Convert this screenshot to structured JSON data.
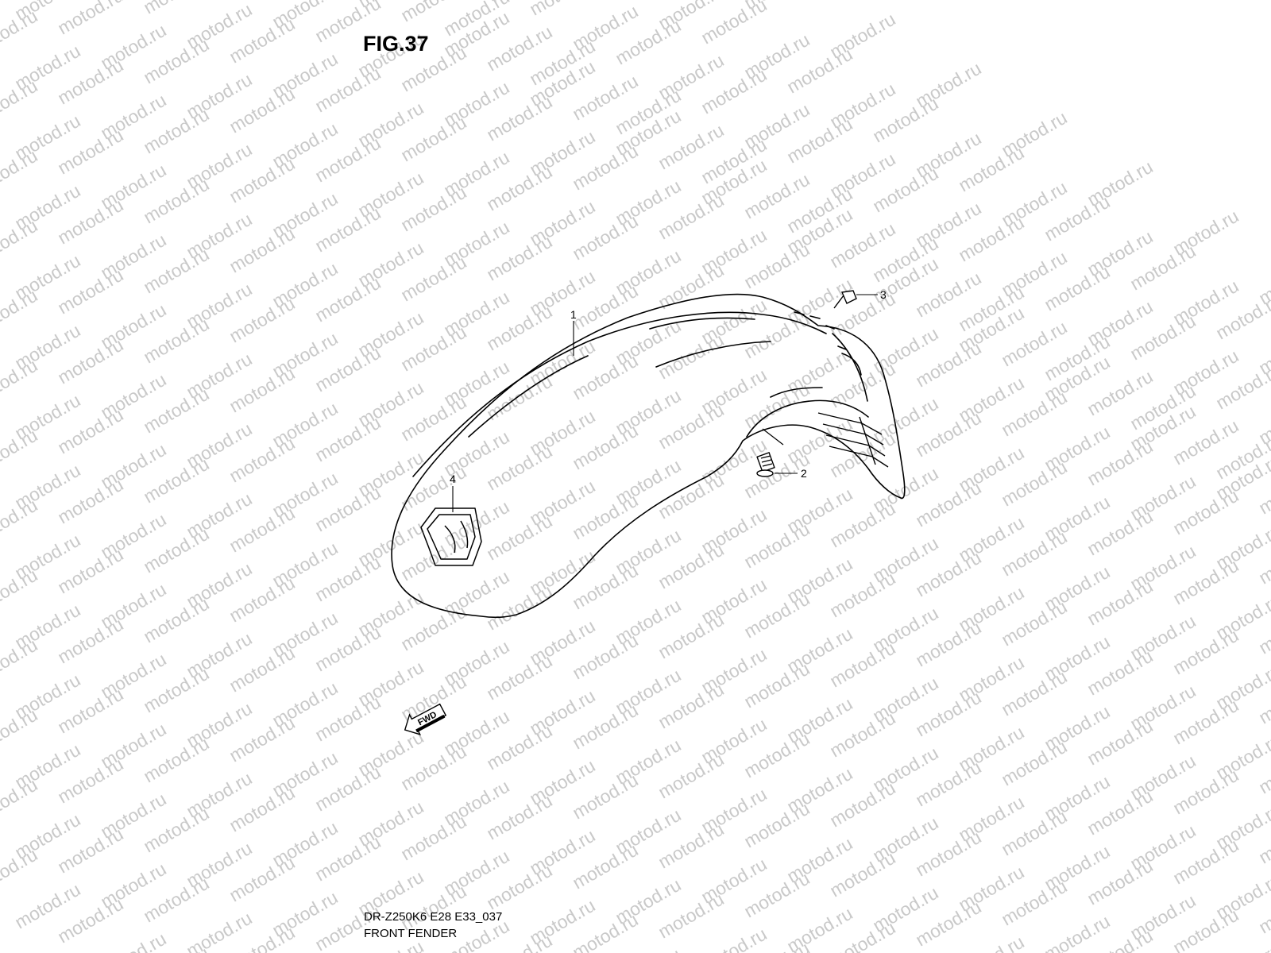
{
  "figure": {
    "title": "FIG.37",
    "drawing_code": "DR-Z250K6 E28 E33_037",
    "part_name": "FRONT FENDER"
  },
  "callouts": [
    {
      "number": "1",
      "part": "front-fender"
    },
    {
      "number": "2",
      "part": "bolt"
    },
    {
      "number": "3",
      "part": "clip-nut"
    },
    {
      "number": "4",
      "part": "emblem"
    }
  ],
  "direction_arrow": {
    "label": "FWD"
  },
  "watermark": {
    "text": "motod.ru",
    "color": "#c9c9c9"
  }
}
